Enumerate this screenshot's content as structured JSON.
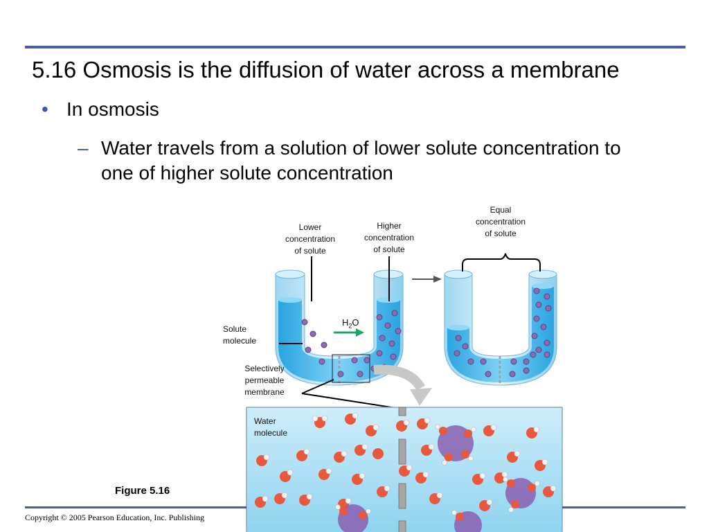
{
  "slide": {
    "title": "5.16 Osmosis is the diffusion of water across a membrane",
    "bullet": "In osmosis",
    "bullet_marker": "•",
    "sub_marker": "–",
    "sub_bullet": "Water travels from a solution of lower solute concentration to one of higher solute concentration",
    "figure_label": "Figure 5.16",
    "copyright": "Copyright © 2005 Pearson Education, Inc. Publishing"
  },
  "figure": {
    "lower_label": [
      "Lower",
      "concentration",
      "of solute"
    ],
    "higher_label": [
      "Higher",
      "concentration",
      "of solute"
    ],
    "equal_label": [
      "Equal",
      "concentration",
      "of solute"
    ],
    "h2o_main": "H",
    "h2o_sub": "2",
    "h2o_end": "O",
    "solute_label": [
      "Solute",
      "molecule"
    ],
    "membrane_label": [
      "Selectively",
      "permeable",
      "membrane"
    ],
    "water_label": [
      "Water",
      "molecule"
    ]
  },
  "colors": {
    "rule": "#4a5ea0",
    "bullet_accent": "#3a57a8",
    "tube_water": "#45b8e8",
    "solute": "#8a6cb0",
    "water_oxygen": "#e8583c",
    "arrow_green": "#1aa864"
  }
}
